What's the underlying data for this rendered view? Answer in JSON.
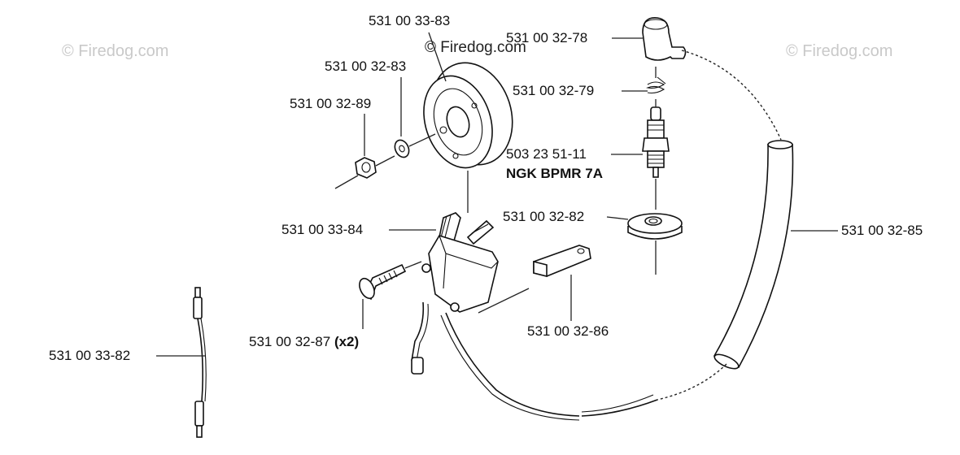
{
  "watermarks": {
    "left": "© Firedog.com",
    "center": "© Firedog.com",
    "right": "© Firedog.com"
  },
  "labels": {
    "flywheel": "531 00 33-83",
    "washer": "531 00 32-83",
    "nut": "531 00 32-89",
    "boot": "531 00 32-78",
    "spring": "531 00 32-79",
    "spark_plug": "503 23 51-11",
    "spark_plug_type": "NGK BPMR 7A",
    "grommet": "531 00 32-82",
    "ignition_module": "531 00 33-84",
    "ht_lead": "531 00 32-85",
    "screw": "531 00 32-87",
    "screw_qty": "(x2)",
    "connector": "531 00 32-86",
    "short_cable": "531 00 33-82"
  }
}
